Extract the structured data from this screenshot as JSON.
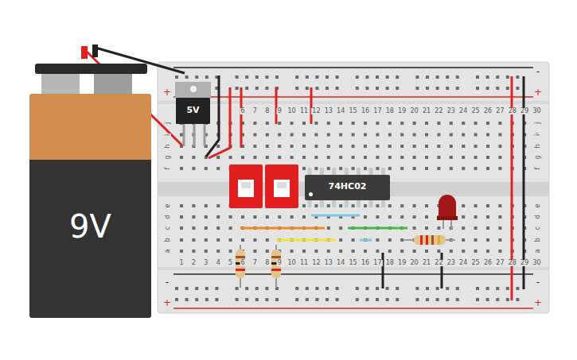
{
  "diagram": {
    "nodes": [
      {
        "text": [
          "9V"
        ]
      },
      {
        "text": [
          "5V"
        ]
      },
      {
        "text": [
          "74HC02"
        ]
      }
    ],
    "labels": [
      "+",
      "-",
      "+",
      "-",
      "+",
      "-",
      "+",
      "6",
      "7",
      "8",
      "9",
      "10",
      "11",
      "12",
      "13",
      "14",
      "15",
      "16",
      "17",
      "18",
      "19",
      "20",
      "21",
      "22",
      "23",
      "24",
      "25",
      "26",
      "27",
      "28",
      "29",
      "30",
      "1",
      "2",
      "3",
      "4",
      "5",
      "6",
      "7",
      "8",
      "9",
      "10",
      "11",
      "12",
      "13",
      "14",
      "15",
      "16",
      "17",
      "18",
      "19",
      "20",
      "21",
      "22",
      "23",
      "24",
      "25",
      "26",
      "27",
      "28",
      "29",
      "30",
      "j",
      "i",
      "h",
      "g",
      "f",
      "j",
      "i",
      "h",
      "g",
      "f",
      "e",
      "d",
      "c",
      "b",
      "a",
      "e",
      "d",
      "c",
      "b",
      "a"
    ]
  }
}
